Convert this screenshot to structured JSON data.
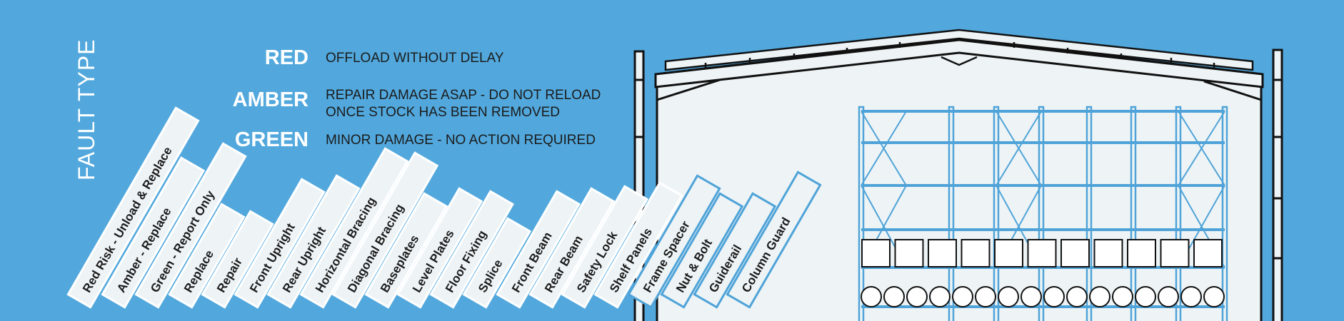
{
  "title": "FAULT TYPE",
  "legend": [
    {
      "key": "RED",
      "lines": [
        "OFFLOAD WITHOUT DELAY"
      ]
    },
    {
      "key": "AMBER",
      "lines": [
        "REPAIR DAMAGE ASAP - DO NOT RELOAD",
        "ONCE STOCK HAS BEEN REMOVED"
      ]
    },
    {
      "key": "GREEN",
      "lines": [
        "MINOR DAMAGE - NO ACTION REQUIRED"
      ]
    }
  ],
  "tags": [
    "Red Risk - Unload & Replace",
    "Amber - Replace",
    "Green - Report Only",
    "Replace",
    "Repair",
    "Front Upright",
    "Rear Upright",
    "Horizontal Bracing",
    "Diagonal Bracing",
    "Baseplates",
    "Level Plates",
    "Floor Fixing",
    "Splice",
    "Front Beam",
    "Rear Beam",
    "Safety Lock",
    "Shelf Panels",
    "Frame Spacer",
    "Nut & Bolt",
    "Guiderail",
    "Column Guard"
  ],
  "colors": {
    "background": "#52a8dd",
    "panel": "#eef4f6",
    "rack": "#4fa3d8",
    "outline": "#111111"
  }
}
